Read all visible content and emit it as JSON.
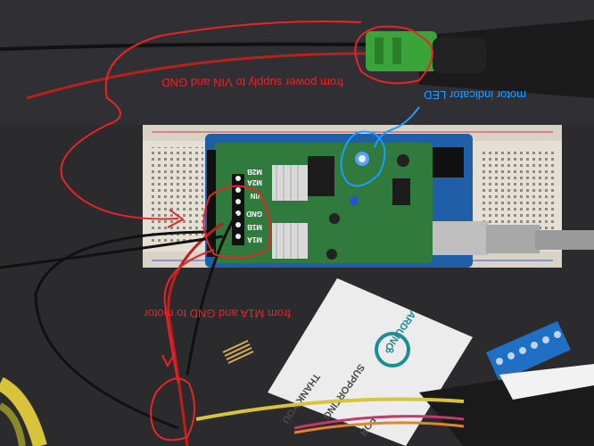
{
  "annotations": {
    "power_supply": "from power supply to VIN and GND",
    "motor_led": "motor indicator LED",
    "motor_wires": "from M1A and GND to motor"
  },
  "board": {
    "pin_labels": [
      "M2B",
      "M2A",
      "VIN",
      "GND",
      "M1B",
      "M1A"
    ]
  },
  "card": {
    "brand": "ARDUINO",
    "lines": [
      "SUPPORTING",
      "THANK YOU",
      "FOR"
    ]
  },
  "colors": {
    "annotation_red": "#e8232a",
    "annotation_blue": "#1e9bff",
    "breadboard": "#e4e0d6",
    "shield_green": "#2f7a3c",
    "arduino_blue": "#1f5fa8",
    "terminal_blue": "#1f6fc4"
  }
}
